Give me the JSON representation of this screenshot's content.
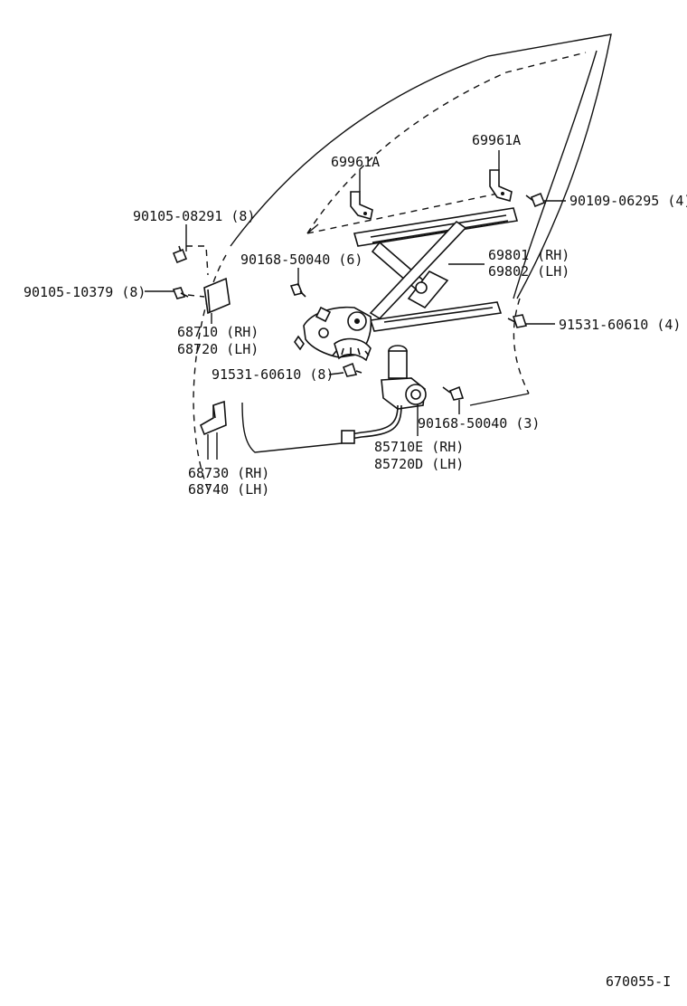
{
  "diagram_id": "670055-I",
  "labels": {
    "p69961a_left": "69961A",
    "p69961a_right": "69961A",
    "p90109": "90109-06295 (4)",
    "p90105_08291": "90105-08291 (8)",
    "p90168_top": "90168-50040 (6)",
    "p69801": "69801 (RH)",
    "p69802": "69802 (LH)",
    "p90105_10379": "90105-10379 (8)",
    "p91531_right": "91531-60610 (4)",
    "p68710": "68710 (RH)",
    "p68720": "68720 (LH)",
    "p91531_left": "91531-60610 (8)",
    "p90168_bottom": "90168-50040 (3)",
    "p85710e": "85710E (RH)",
    "p85720d": "85720D (LH)",
    "p68730": "68730 (RH)",
    "p68740": "68740 (LH)"
  }
}
